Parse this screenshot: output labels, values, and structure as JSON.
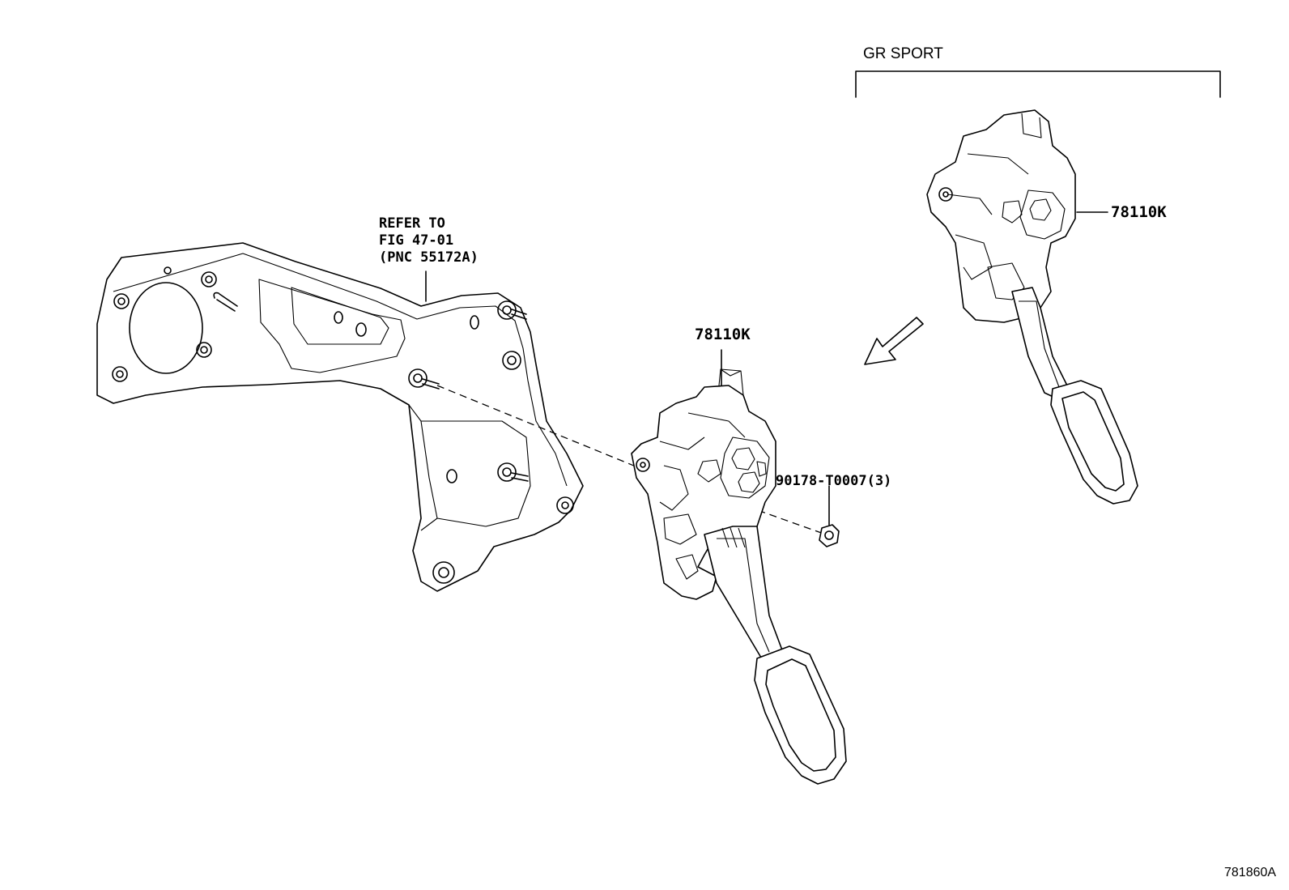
{
  "labels": {
    "group_title": "GR SPORT",
    "refer_line1": "REFER TO",
    "refer_line2": "FIG 47-01",
    "refer_line3": "(PNC 55172A)",
    "part_main": "78110K",
    "part_alt": "78110K",
    "part_nut": "90178-T0007(3)",
    "figure_id": "781860A"
  }
}
